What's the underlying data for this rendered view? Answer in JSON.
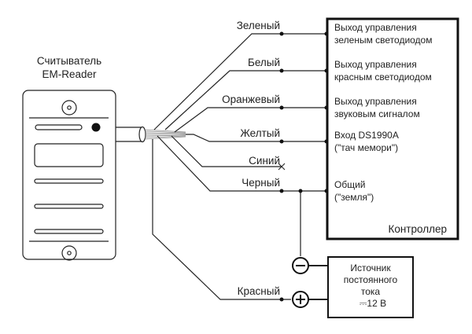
{
  "reader": {
    "title_line1": "Считыватель",
    "title_line2": "EM-Reader"
  },
  "wires": [
    {
      "id": "green",
      "label": "Зеленый",
      "terminal": "controller"
    },
    {
      "id": "white",
      "label": "Белый",
      "terminal": "controller"
    },
    {
      "id": "orange",
      "label": "Оранжевый",
      "terminal": "controller"
    },
    {
      "id": "yellow",
      "label": "Желтый",
      "terminal": "controller"
    },
    {
      "id": "blue",
      "label": "Синий",
      "terminal": "not-connected"
    },
    {
      "id": "black",
      "label": "Черный",
      "terminal": "controller-ground"
    },
    {
      "id": "red",
      "label": "Красный",
      "terminal": "power-plus"
    }
  ],
  "controller": {
    "title": "Контроллер",
    "ports": [
      {
        "line1": "Выход управления",
        "line2": "зеленым светодиодом"
      },
      {
        "line1": "Выход управления",
        "line2": "красным светодиодом"
      },
      {
        "line1": "Выход управления",
        "line2": "звуковым сигналом"
      },
      {
        "line1": "Вход DS1990A",
        "line2": "(\"тач мемори\")"
      },
      {
        "line1": "Общий",
        "line2": "(\"земля\")"
      }
    ]
  },
  "power_supply": {
    "line1": "Источник",
    "line2": "постоянного",
    "line3": "тока",
    "line4": "⎓12 В",
    "minus_symbol": "minus-terminal",
    "plus_symbol": "plus-terminal"
  }
}
